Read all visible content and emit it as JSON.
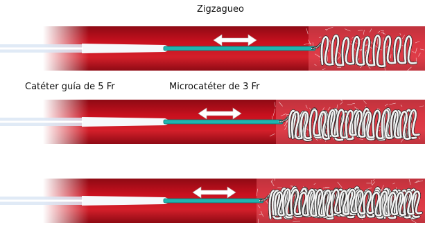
{
  "labels": {
    "zigzag": "Zigzagueo",
    "guide_catheter": "Catéter guía de 5 Fr",
    "microcatheter": "Microcatéter de 3 Fr"
  },
  "colors": {
    "vessel": "#c8101e",
    "vessel_dark": "#8e0a14",
    "guide": "#f6f8fb",
    "micro": "#1fb5b0",
    "coil": "#f4f4f4",
    "coil_stroke": "#222222",
    "arrow": "#ffffff"
  },
  "panels": [
    {
      "name": "panel-1",
      "coil_density": 1
    },
    {
      "name": "panel-2",
      "coil_density": 2
    },
    {
      "name": "panel-3",
      "coil_density": 3
    }
  ]
}
